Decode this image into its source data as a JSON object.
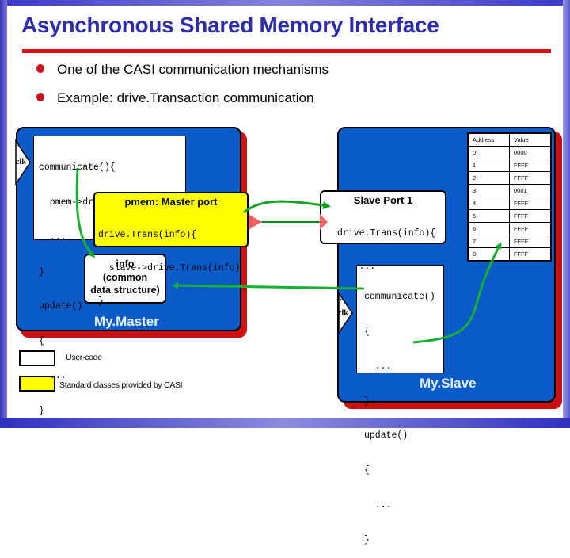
{
  "slide": {
    "title": "Asynchronous Shared Memory Interface",
    "bullets": [
      "One of the CASI communication mechanisms",
      "Example: drive.Transaction communication"
    ]
  },
  "master": {
    "label": "My.Master",
    "clk_label": "clk",
    "code_lines": [
      "communicate(){",
      "  pmem->drive.Trans(info);",
      "  ...",
      "}",
      "update()",
      "{",
      "  ...",
      "}"
    ],
    "port": {
      "title": "pmem: Master port",
      "code_lines": [
        "drive.Trans(info){",
        "  slave->drive.Trans(info)",
        "}"
      ]
    },
    "info_box": {
      "lines": [
        "info",
        "(common",
        "data structure)"
      ]
    }
  },
  "slave": {
    "label": "My.Slave",
    "clk_label": "clk",
    "port": {
      "title": "Slave Port 1",
      "code_lines": [
        "drive.Trans(info){",
        "    ...",
        "}"
      ]
    },
    "code_lines": [
      "communicate()",
      "{",
      "  ...",
      "}",
      "update()",
      "{",
      "  ...",
      "}"
    ],
    "memory_table": {
      "headers": [
        "Address",
        "Value"
      ],
      "rows": [
        [
          "0",
          "0000"
        ],
        [
          "1",
          "FFFF"
        ],
        [
          "2",
          "FFFF"
        ],
        [
          "3",
          "0001"
        ],
        [
          "4",
          "FFFF"
        ],
        [
          "5",
          "FFFF"
        ],
        [
          "6",
          "FFFF"
        ],
        [
          "7",
          "FFFF"
        ],
        [
          "8",
          "FFFF"
        ]
      ]
    }
  },
  "legend": {
    "items": [
      {
        "label": "User-code",
        "color": "#ffffff"
      },
      {
        "label": "Standard classes provided by CASI",
        "color": "#ffff00"
      }
    ]
  },
  "colors": {
    "title": "#2e2eaa",
    "rule": "#e0101a",
    "module_fill": "#0a5ac8",
    "module_shadow": "#cc1010",
    "casi_fill": "#ffff00",
    "arrow": "#18b030",
    "port_marker": "#f06060"
  }
}
